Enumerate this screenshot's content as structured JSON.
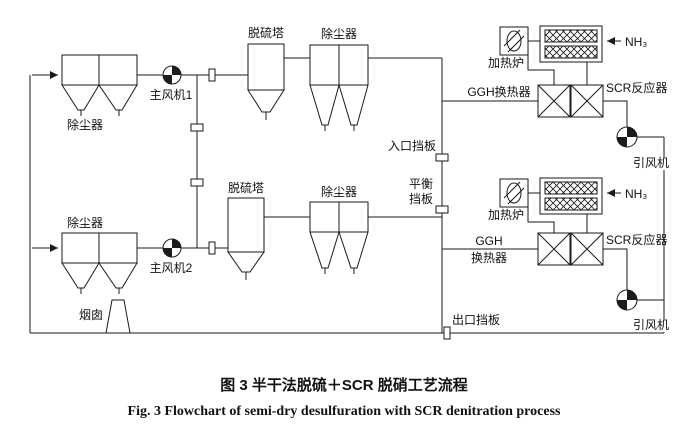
{
  "figure": {
    "caption_zh": "图 3  半干法脱硫＋SCR 脱硝工艺流程",
    "caption_en": "Fig. 3  Flowchart of semi-dry desulfuration with SCR denitration process"
  },
  "labels": {
    "dust_collector": "除尘器",
    "desulf_tower": "脱硫塔",
    "main_fan_1": "主风机1",
    "main_fan_2": "主风机2",
    "inlet_damper": "入口挡板",
    "balance_damper_line1": "平衡",
    "balance_damper_line2": "挡板",
    "outlet_damper": "出口挡板",
    "heater": "加热炉",
    "ggh_inline": "GGH换热器",
    "ggh_line1": "GGH",
    "ggh_line2": "换热器",
    "scr_reactor": "SCR反应器",
    "nh3": "NH₃",
    "id_fan": "引风机",
    "chimney": "烟囱"
  }
}
